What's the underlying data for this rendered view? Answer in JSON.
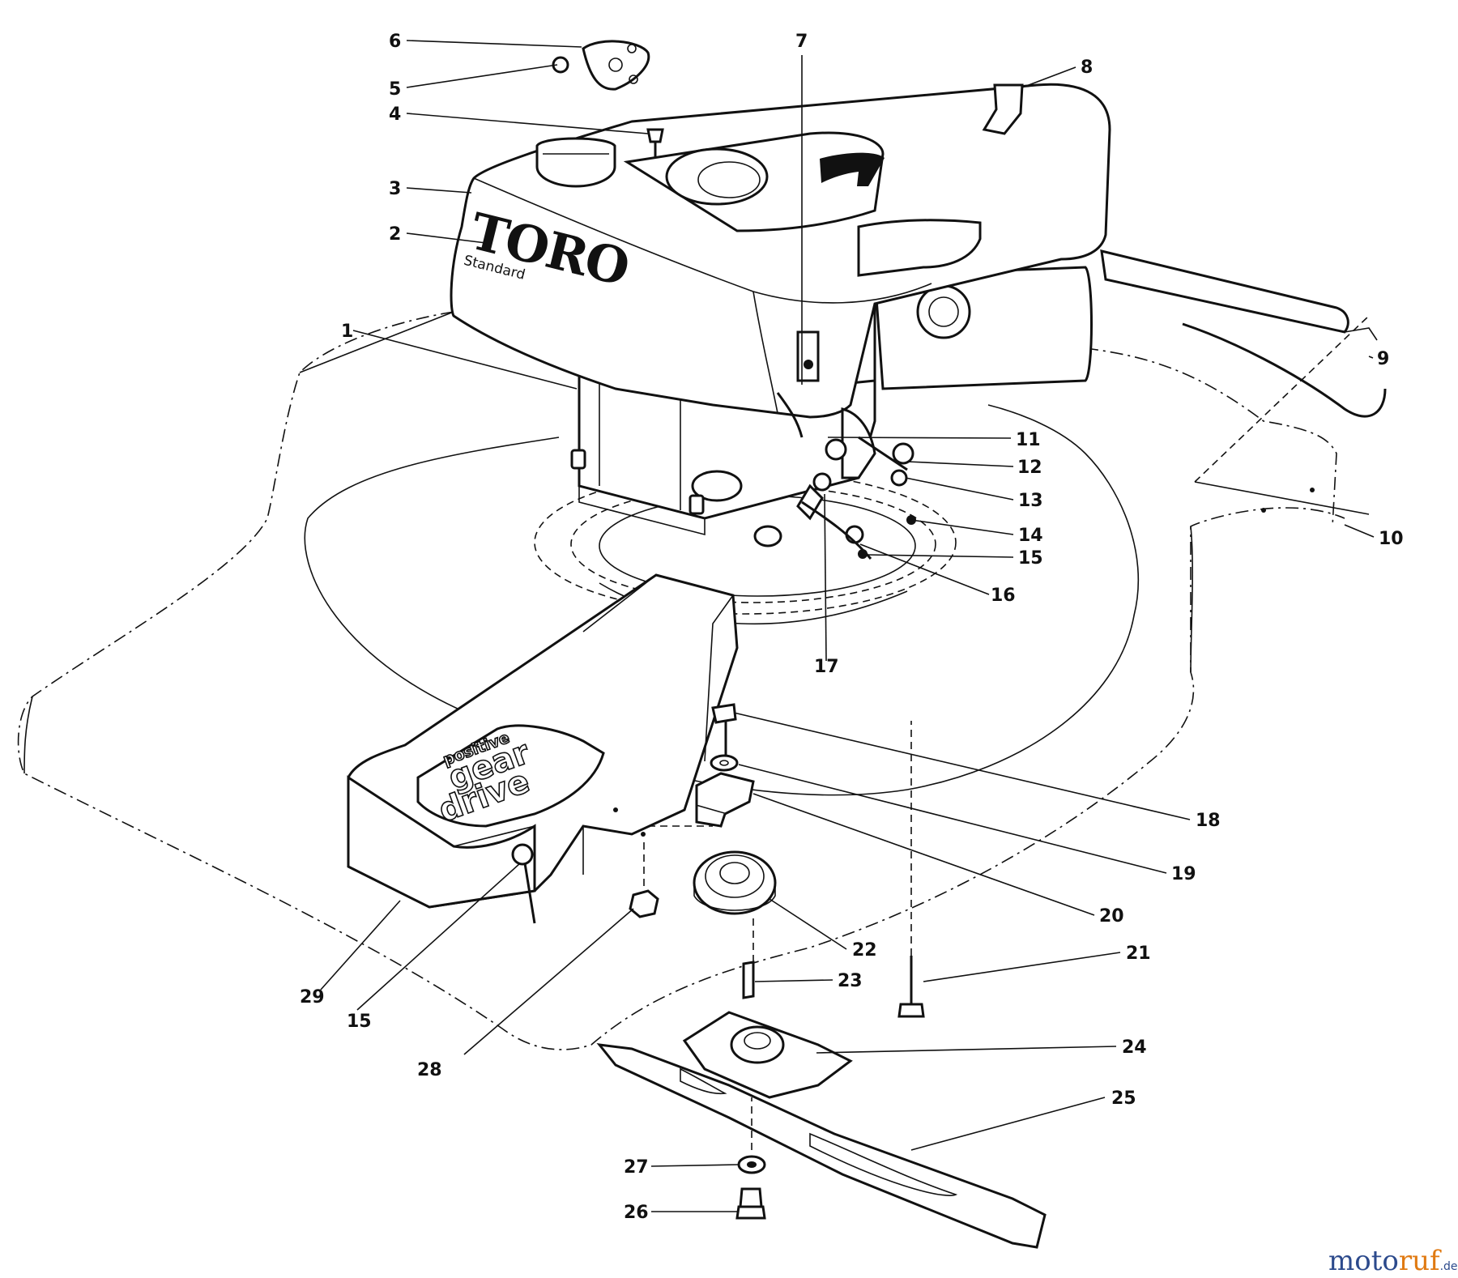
{
  "diagram": {
    "brand_logo": "TORO",
    "brand_sub": "Standard",
    "decal_line1": "positive",
    "decal_line2": "gear",
    "decal_line3": "drive",
    "callouts": [
      "1",
      "2",
      "3",
      "4",
      "5",
      "6",
      "7",
      "8",
      "9",
      "10",
      "11",
      "12",
      "13",
      "14",
      "15",
      "16",
      "17",
      "18",
      "19",
      "20",
      "21",
      "22",
      "23",
      "24",
      "25",
      "26",
      "27",
      "28",
      "29",
      "15"
    ]
  },
  "watermark": {
    "part1": "moto",
    "part2": "ruf",
    "suffix": ".de",
    "colors": {
      "primary": "#2c4a8c",
      "accent": "#e07a12"
    }
  }
}
